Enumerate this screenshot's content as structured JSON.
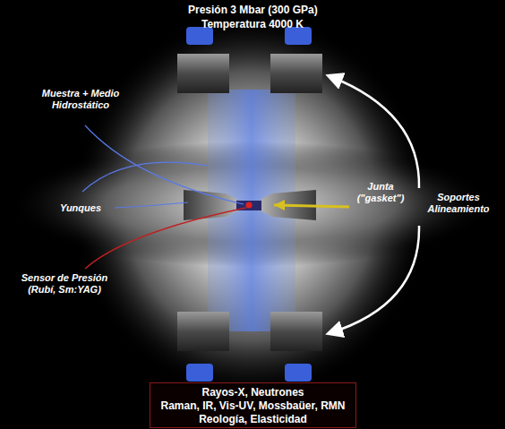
{
  "diagram": {
    "title": "Presión 3 Mbar (300 GPa)",
    "nodes": [
      {
        "text": [
          "Rayos-X, Neutrones",
          "Raman, IR, Vis-UV, Mossbaüer, RMN",
          "Reología, Elasticidad"
        ]
      }
    ],
    "labels": [
      "Temperatura 4000 K",
      "Muestra + Medio Hidrostático",
      "Yunques",
      "Junta (\"gasket\")",
      "Soportes Alineamiento",
      "Sensor de Presión (Rubí, Sm:YAG)"
    ]
  }
}
